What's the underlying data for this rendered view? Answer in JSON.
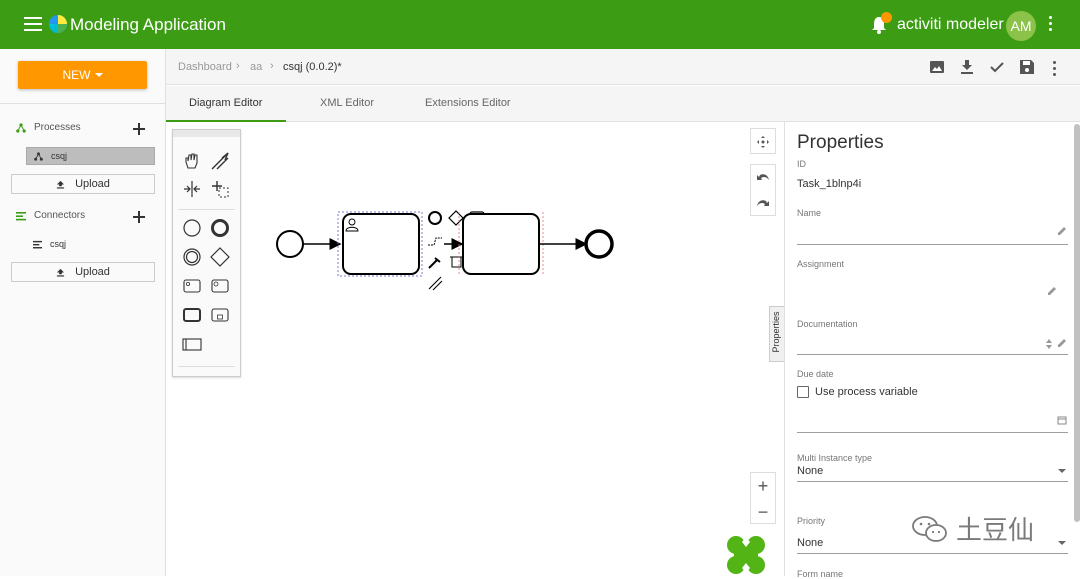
{
  "app": {
    "title": "Modeling Application",
    "user_name": "activiti modeler",
    "user_initials": "AM",
    "brand_color": "#3c9d14",
    "accent_color": "#ff9800"
  },
  "sidebar": {
    "new_label": "NEW",
    "processes_label": "Processes",
    "process_item": "csqj",
    "connectors_label": "Connectors",
    "connector_item": "csqj",
    "upload_label": "Upload"
  },
  "breadcrumb": {
    "root": "Dashboard",
    "project": "aa",
    "current": "csqj (0.0.2)*"
  },
  "tabs": [
    {
      "label": "Diagram Editor",
      "active": true
    },
    {
      "label": "XML Editor",
      "active": false
    },
    {
      "label": "Extensions Editor",
      "active": false
    }
  ],
  "side_panel_toggle": "Properties",
  "properties": {
    "title": "Properties",
    "id_label": "ID",
    "id_value": "Task_1blnp4i",
    "name_label": "Name",
    "assignment_label": "Assignment",
    "documentation_label": "Documentation",
    "due_date_label": "Due date",
    "use_process_variable": "Use process variable",
    "multi_instance_label": "Multi Instance type",
    "multi_instance_value": "None",
    "priority_label": "Priority",
    "priority_value": "None",
    "form_name_label": "Form name"
  },
  "watermark": "土豆仙",
  "icons": {
    "toolbar": [
      "image-icon",
      "download-icon",
      "check-icon",
      "save-icon",
      "more-icon"
    ]
  }
}
